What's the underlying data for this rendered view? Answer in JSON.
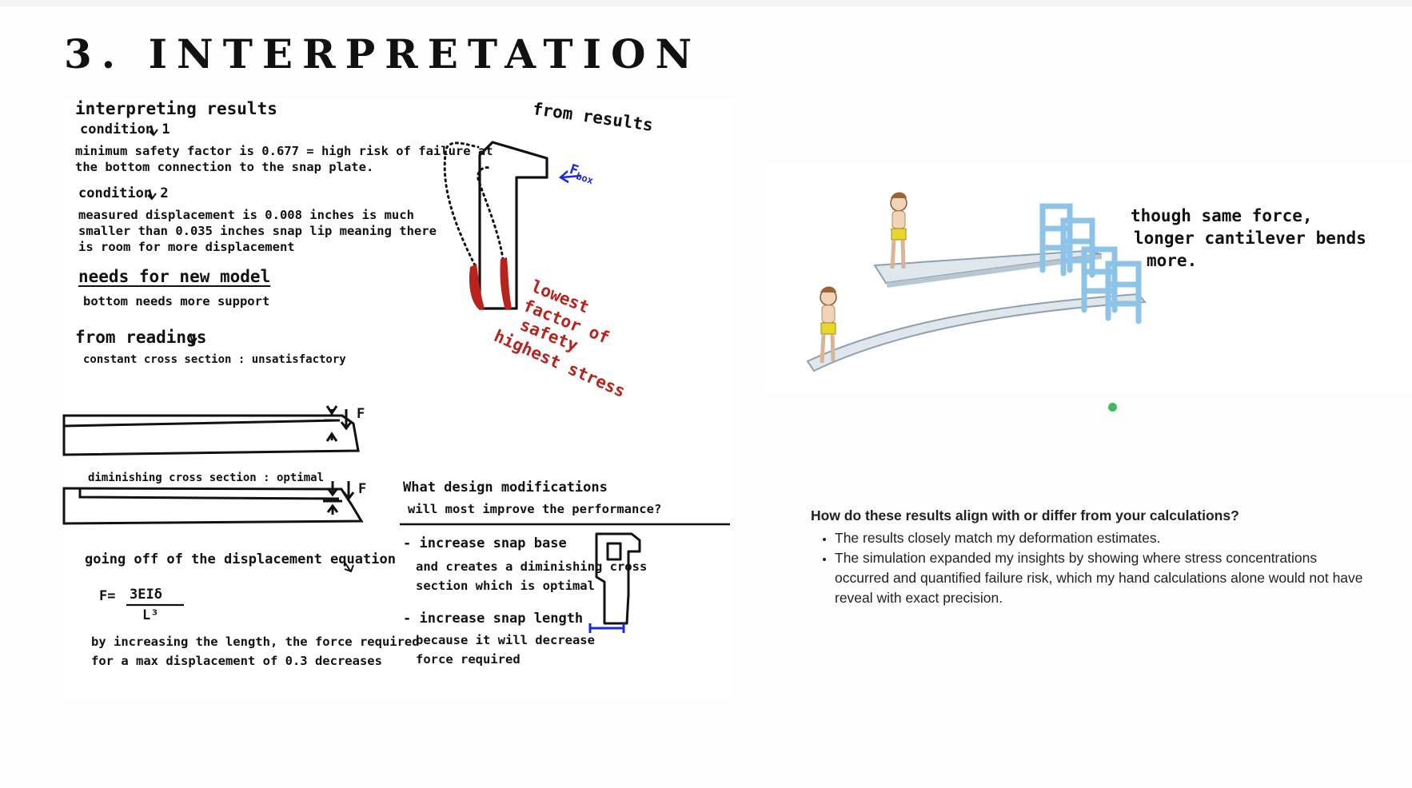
{
  "slide": {
    "title": "3. INTERPRETATION"
  },
  "notes": {
    "interpreting_results": "interpreting results",
    "condition1_label": "condition 1",
    "condition1_line1": "minimum safety factor is 0.677 = high risk of failure at",
    "condition1_line2": "the bottom connection to the snap plate.",
    "condition2_label": "condition 2",
    "condition2_line1": "measured displacement is 0.008 inches is much",
    "condition2_line2": "smaller than 0.035 inches snap lip meaning there",
    "condition2_line3": "is room for more displacement",
    "needs_heading": "needs for new model",
    "needs_text": "bottom needs more support",
    "from_results": "from results",
    "force_label": "F",
    "force_subscript": "box",
    "stress_annotation": [
      "lowest",
      "factor of",
      "safety",
      "highest stress"
    ],
    "from_readings": "from readings",
    "beam1_label": "constant cross section : unsatisfactory",
    "beam2_label": "diminishing cross section : optimal",
    "beam_force_label": "F",
    "equation_intro": "going off of the displacement equation",
    "equation_lhs": "F=",
    "equation_numerator": "3EIδ",
    "equation_denominator": "L³",
    "equation_conclusion_line1": "by increasing the length, the force required",
    "equation_conclusion_line2": "for a max displacement of 0.3 decreases",
    "mods_question_line1": "What design modifications",
    "mods_question_line2": "will most improve the performance?",
    "mod1_line1": "- increase snap base",
    "mod1_line2": "and creates a diminishing cross",
    "mod1_line3": "section which is optimal",
    "mod2_line1": "- increase snap length",
    "mod2_line2": "because it will decrease",
    "mod2_line3": "force required"
  },
  "diving_illustration": {
    "caption_line1": "though same force,",
    "caption_line2": "longer cantilever bends",
    "caption_line3": "more."
  },
  "qa": {
    "question": "How do these results align with or differ from your calculations?",
    "answers": [
      "The results closely match my deformation estimates.",
      "The simulation expanded my insights by showing where stress concentrations occurred and quantified failure risk, which my hand calculations alone would not have reveal with exact precision."
    ]
  },
  "colors": {
    "ink": "#111111",
    "stress_red": "#b8231d",
    "force_blue": "#1a2bd6",
    "board": "#d9e1e8",
    "ladder": "#8cc3e6",
    "status_dot": "#3db865"
  },
  "icons": [
    "arrow-down-icon",
    "force-arrow-icon",
    "status-dot-icon"
  ]
}
